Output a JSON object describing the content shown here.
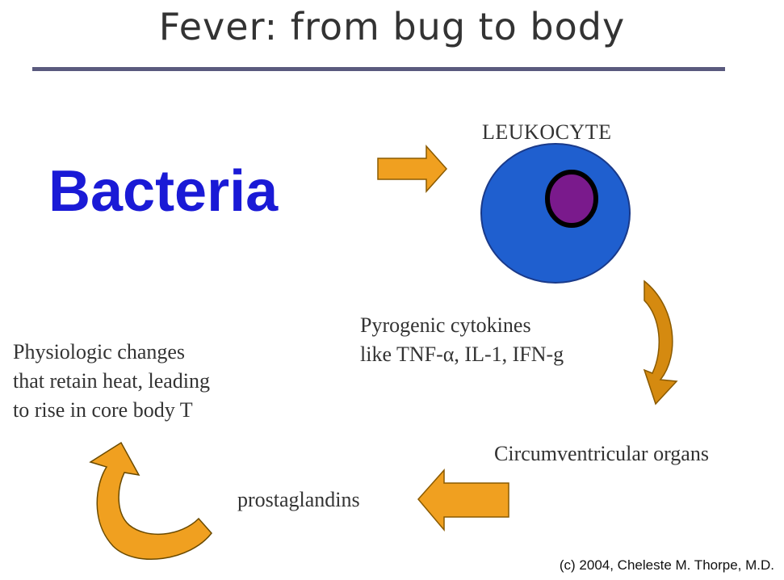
{
  "title": "Fever: from bug to body",
  "bacteria_label": "Bacteria",
  "leukocyte_label": "LEUKOCYTE",
  "cytokines": {
    "line1": "Pyrogenic cytokines",
    "line2": "like TNF-α, IL-1, IFN-g"
  },
  "physiologic": {
    "line1": "Physiologic changes",
    "line2": "that retain heat, leading",
    "line3": "to rise in core body T"
  },
  "circumventricular_label": "Circumventricular organs",
  "prostaglandins_label": "prostaglandins",
  "credit": "(c) 2004, Cheleste M. Thorpe, M.D.",
  "colors": {
    "title_rule": "#5a5a7e",
    "bacteria_text": "#1a1ad6",
    "cell_body": "#1f5fcf",
    "nucleus": "#7a1a8c",
    "arrow_fill": "#f0a020",
    "curved_arrow_fill": "#d58a10"
  },
  "icons": {
    "right_arrow": "block-arrow-right-icon",
    "left_arrow": "block-arrow-left-icon",
    "curved_down_arrow": "curved-arrow-down-icon",
    "curved_up_arrow": "curved-arrow-up-icon",
    "leukocyte": "leukocyte-cell-icon"
  }
}
